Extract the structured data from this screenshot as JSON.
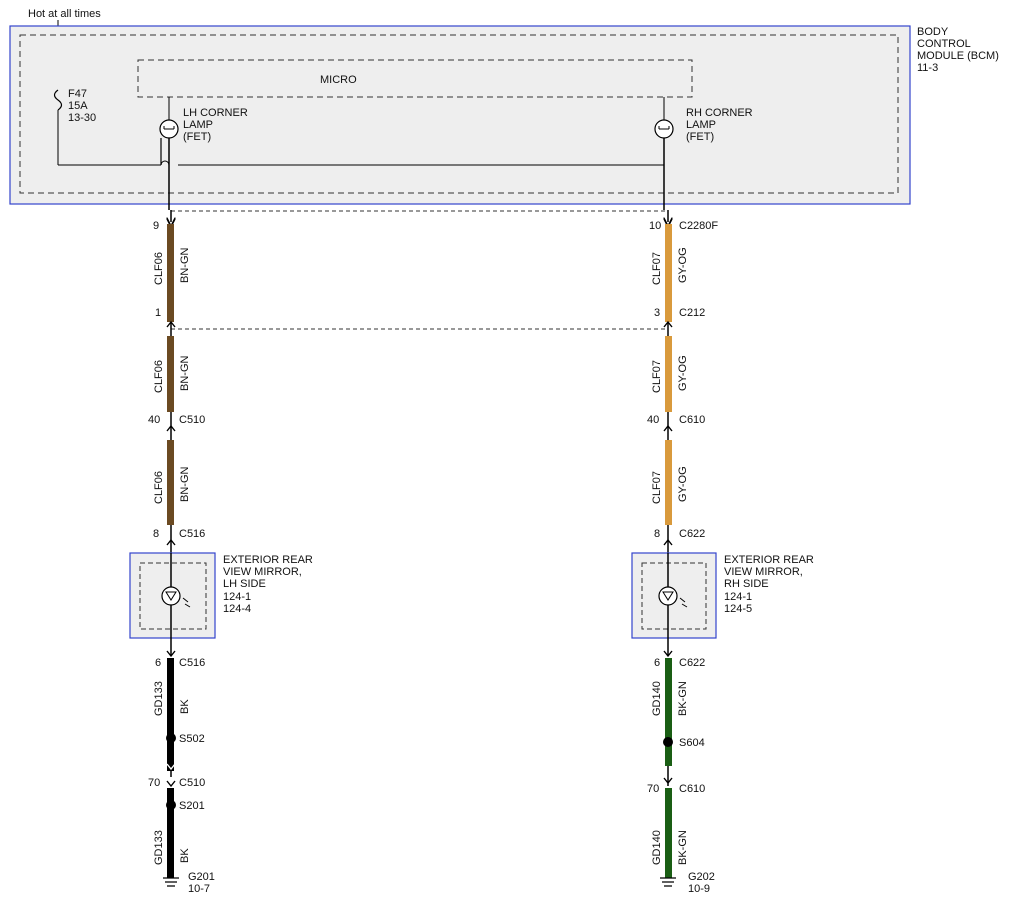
{
  "colors": {
    "module_border": "#3344cc",
    "module_fill": "#eeeeee",
    "dashed": "#333333",
    "wire": "#000000",
    "bn_gn": "#6b4a22",
    "gy_og": "#d99a3c",
    "bk": "#000000",
    "bk_gn": "#1a5e14"
  },
  "header": {
    "hot_label": "Hot at all times"
  },
  "bcm": {
    "name_lines": [
      "BODY",
      "CONTROL",
      "MODULE (BCM)",
      "11-3"
    ],
    "micro_label": "MICRO",
    "fuse_lines": [
      "F47",
      "15A",
      "13-30"
    ],
    "lh_fet_lines": [
      "LH CORNER",
      "LAMP",
      "(FET)"
    ],
    "rh_fet_lines": [
      "RH CORNER",
      "LAMP",
      "(FET)"
    ]
  },
  "left": {
    "pins": [
      "9",
      "1",
      "40",
      "8",
      "6",
      "70"
    ],
    "connectors": [
      "C516",
      "C510",
      "C516",
      "C510"
    ],
    "circuits": [
      "CLF06",
      "CLF06",
      "CLF06",
      "GD133",
      "GD133"
    ],
    "wire_colors": [
      "BN-GN",
      "BN-GN",
      "BN-GN",
      "BK",
      "BK"
    ],
    "splices": [
      "S502",
      "S201"
    ],
    "mirror_lines": [
      "EXTERIOR REAR",
      "VIEW MIRROR,",
      "LH SIDE",
      "124-1",
      "124-4"
    ],
    "ground_lines": [
      "G201",
      "10-7"
    ]
  },
  "right": {
    "pins": [
      "10",
      "3",
      "40",
      "8",
      "6",
      "70"
    ],
    "connectors": [
      "C2280F",
      "C212",
      "C610",
      "C622",
      "C622",
      "C610"
    ],
    "circuits": [
      "CLF07",
      "CLF07",
      "CLF07",
      "GD140",
      "GD140"
    ],
    "wire_colors": [
      "GY-OG",
      "GY-OG",
      "GY-OG",
      "BK-GN",
      "BK-GN"
    ],
    "splices": [
      "S604"
    ],
    "mirror_lines": [
      "EXTERIOR REAR",
      "VIEW MIRROR,",
      "RH SIDE",
      "124-1",
      "124-5"
    ],
    "ground_lines": [
      "G202",
      "10-9"
    ]
  }
}
